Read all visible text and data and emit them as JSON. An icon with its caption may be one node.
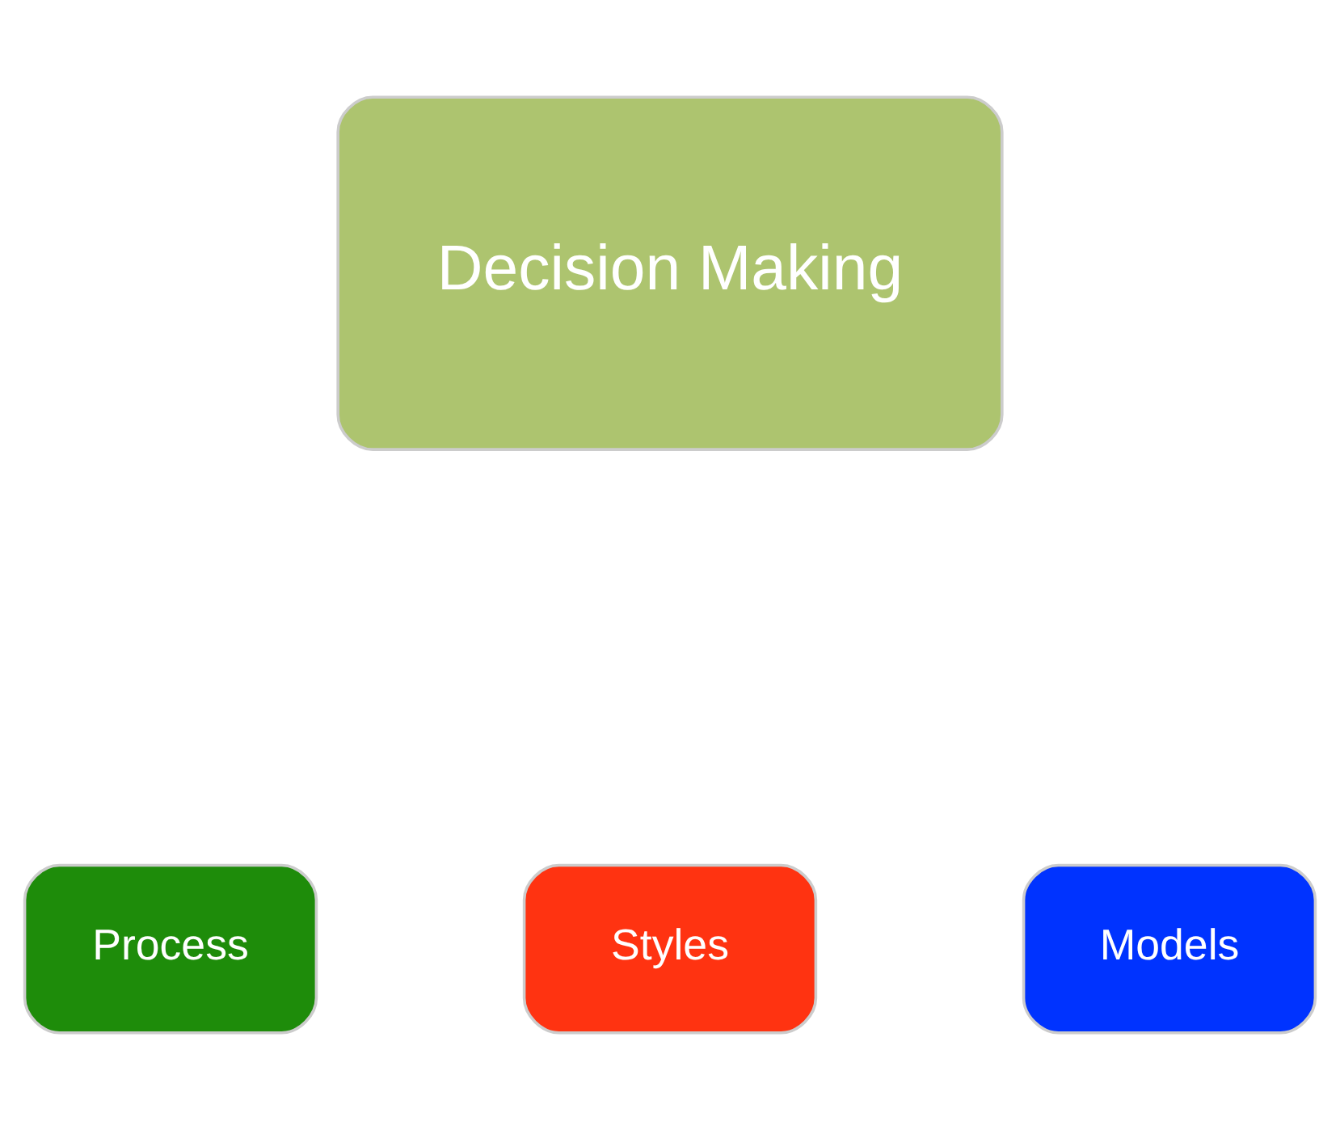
{
  "diagram": {
    "nodes": [
      {
        "text": [
          "Decision Making"
        ]
      },
      {
        "text": [
          "Process"
        ]
      },
      {
        "text": [
          "Styles"
        ]
      },
      {
        "text": [
          "Models"
        ]
      }
    ]
  }
}
